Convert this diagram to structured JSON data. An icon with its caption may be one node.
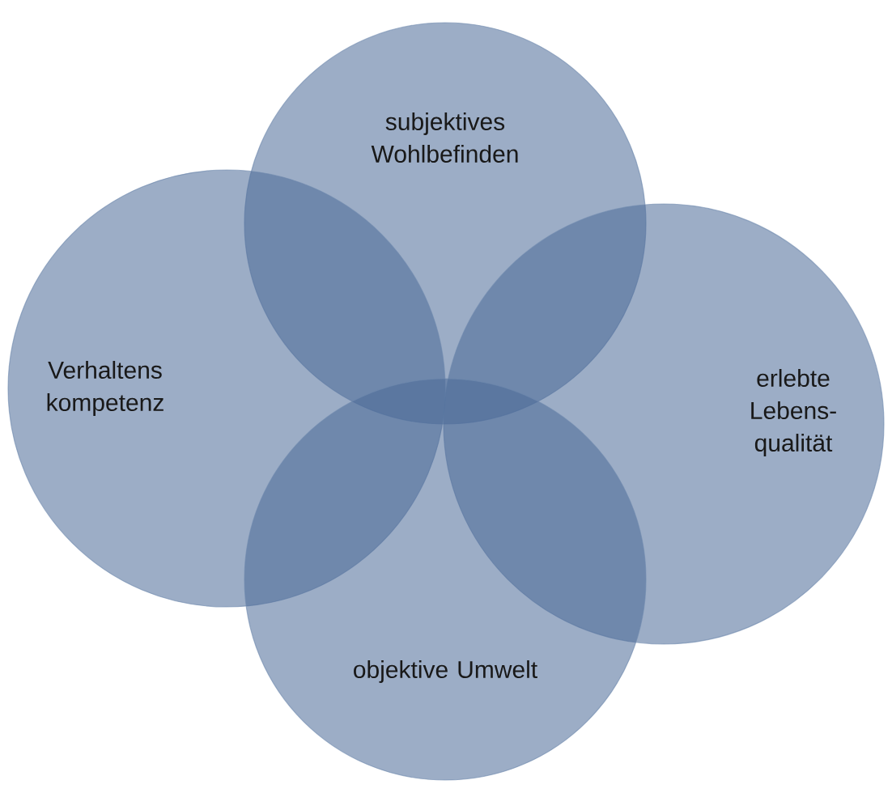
{
  "diagram": {
    "nodes": [
      {
        "text": [
          "subjektives Wohlbefinden"
        ]
      },
      {
        "text": [
          "Verhaltens kompetenz"
        ]
      },
      {
        "text": [
          "erlebte Lebens- qualität"
        ]
      },
      {
        "text": [
          "objektive Umwelt"
        ]
      }
    ]
  }
}
